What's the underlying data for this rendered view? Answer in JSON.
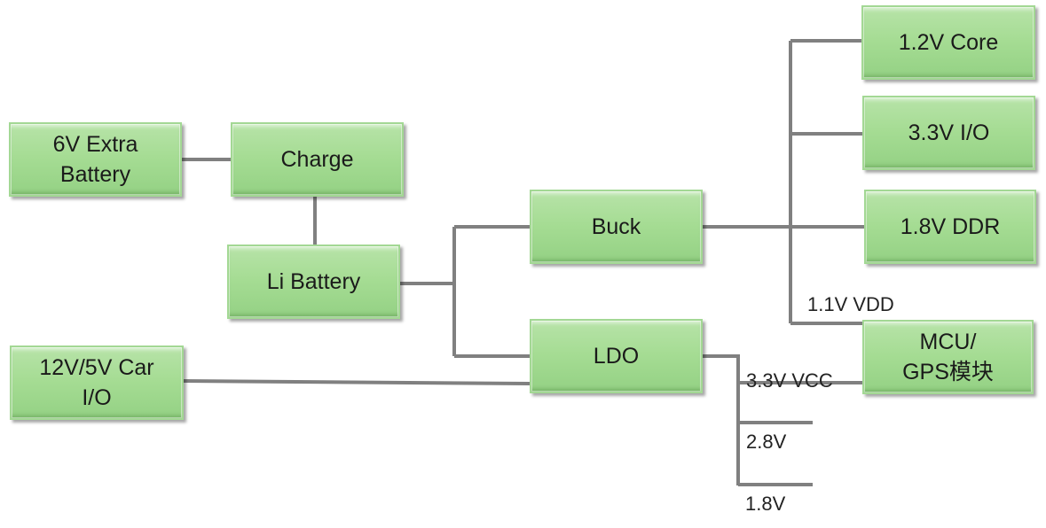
{
  "colors": {
    "box_fill": "#a5dc93",
    "box_border": "#a3d894",
    "wire": "#808080",
    "text": "#1a1a1a"
  },
  "blocks": {
    "extra_battery": "6V Extra\nBattery",
    "charge": "Charge",
    "li_battery": "Li Battery",
    "car_io": "12V/5V Car\nI/O",
    "buck": "Buck",
    "ldo": "LDO",
    "core": "1.2V Core",
    "io": "3.3V I/O",
    "ddr": "1.8V DDR",
    "mcu": "MCU/\nGPS模块"
  },
  "rails": {
    "vdd": "1.1V VDD",
    "vcc": "3.3V VCC",
    "v28": "2.8V",
    "v18": "1.8V"
  }
}
